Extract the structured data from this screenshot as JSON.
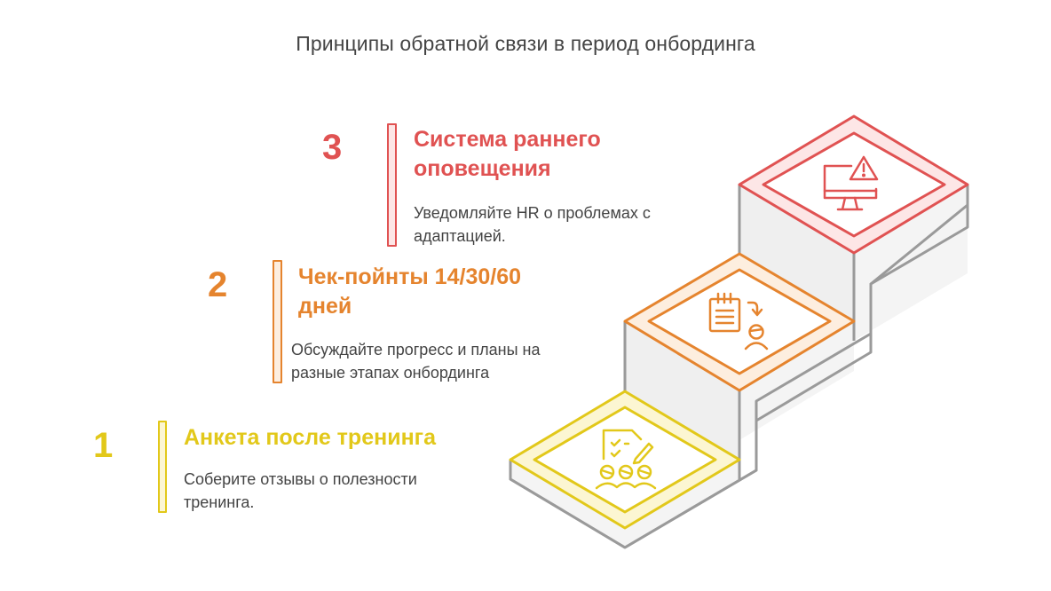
{
  "title": "Принципы обратной связи в период онбординга",
  "colors": {
    "step1": "#E2C81A",
    "step2": "#E5842E",
    "step3": "#E05252",
    "text": "#444444",
    "stair_face": "#F4F4F4",
    "stair_edge": "#9A9A9A"
  },
  "steps": [
    {
      "number": "1",
      "heading": "Анкета после тренинга",
      "heading_lines": [
        "Анкета после тренинга"
      ],
      "description_lines": [
        "Соберите отзывы о полезности",
        "тренинга."
      ],
      "icon": "survey-team-icon"
    },
    {
      "number": "2",
      "heading": "Чек-пойнты 14/30/60 дней",
      "heading_lines": [
        "Чек-пойнты 14/30/60",
        "дней"
      ],
      "description_lines": [
        "Обсуждайте прогресс и планы на",
        "разные этапах онбординга"
      ],
      "icon": "notepad-person-icon"
    },
    {
      "number": "3",
      "heading": "Система раннего оповещения",
      "heading_lines": [
        "Система раннего",
        "оповещения"
      ],
      "description_lines": [
        "Уведомляйте HR о проблемах с",
        "адаптацией."
      ],
      "icon": "monitor-warning-icon"
    }
  ]
}
